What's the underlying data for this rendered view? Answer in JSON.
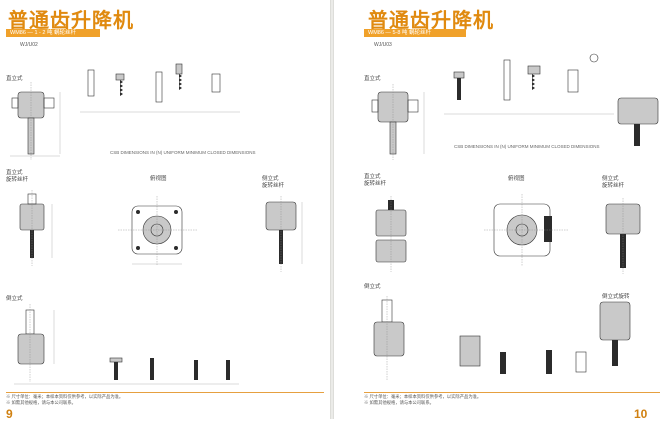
{
  "left_page": {
    "title": "普通齿升降机",
    "band": "WM86 — 1 - 2 吨 蜗轮丝杆",
    "model": "WJ/U02",
    "labels": {
      "upright": "直立式",
      "upright_rot": "直立式\n旋转丝杆",
      "top_view": "俯视图",
      "side_view": "侧立式\n旋转丝杆",
      "inverted": "倒立式"
    },
    "caption": "CSB DIMENSIONS IN (N) UNIFORM MINIMUM CLOSED DIMENSIONS",
    "note": "※ 尺寸单位：毫米；本样本资料仅供参考，以实际产品为准。\n※ 如需其他规格，请与本公司联系。",
    "page_number": "9"
  },
  "right_page": {
    "title": "普通齿升降机",
    "band": "WM86 — 5-8 吨 蜗轮丝杆",
    "model": "WJ/U03",
    "labels": {
      "upright": "直立式",
      "upright_rot": "直立式\n旋转丝杆",
      "top_view": "俯视图",
      "side_view": "侧立式\n旋转丝杆",
      "inverted": "倒立式",
      "inverted_rot": "倒立式旋转"
    },
    "caption": "CSB DIMENSIONS IN (N) UNIFORM MINIMUM CLOSED DIMENSIONS",
    "note": "※ 尺寸单位：毫米；本样本资料仅供参考，以实际产品为准。\n※ 如需其他规格，请与本公司联系。",
    "page_number": "10"
  },
  "colors": {
    "title": "#e08a10",
    "band": "#f0a12a",
    "line": "#333333"
  }
}
